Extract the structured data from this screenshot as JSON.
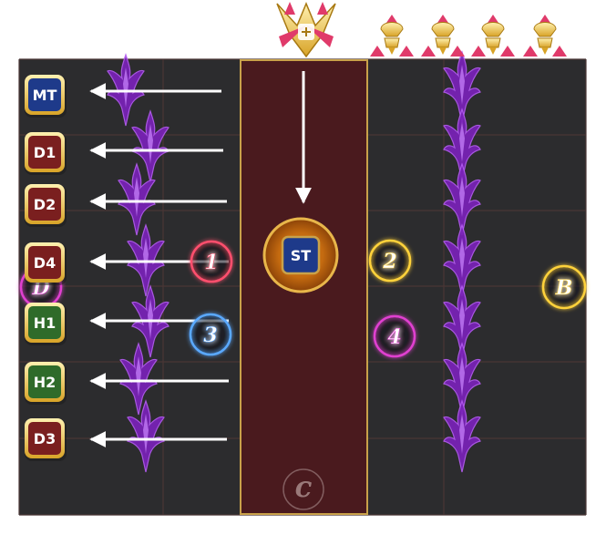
{
  "arena": {
    "colors": {
      "floor": "#2c2c2e",
      "grid": "#4a3636",
      "lane": "#4a1a1e",
      "lane_border": "#c9a24a",
      "arrow": "#ffffff",
      "shadow_enemy": "#8a2bc7",
      "tank_role": "#1e3a8a",
      "healer_role": "#2f6b2a",
      "dps_role": "#7a1f1f",
      "role_border": "#c9a24a",
      "marker_pink": "#ff4f6d",
      "marker_blue": "#5aa9ff",
      "marker_yellow": "#ffd23a",
      "marker_magenta": "#e040d0"
    },
    "boss_icon": "winged-boss-icon",
    "add_icon": "hooded-add-icon",
    "shadow_icon": "purple-shadow-clone-icon"
  },
  "players": [
    {
      "label": "MT",
      "role": "tank"
    },
    {
      "label": "D1",
      "role": "dps"
    },
    {
      "label": "D2",
      "role": "dps"
    },
    {
      "label": "D4",
      "role": "dps"
    },
    {
      "label": "H1",
      "role": "healer"
    },
    {
      "label": "H2",
      "role": "healer"
    },
    {
      "label": "D3",
      "role": "dps"
    }
  ],
  "center_player": {
    "label": "ST",
    "role": "tank"
  },
  "waymarks": [
    {
      "label": "1",
      "color": "pink"
    },
    {
      "label": "2",
      "color": "yellow"
    },
    {
      "label": "3",
      "color": "blue"
    },
    {
      "label": "4",
      "color": "magenta"
    },
    {
      "label": "B",
      "color": "yellow"
    },
    {
      "label": "C",
      "color": "gray"
    },
    {
      "label": "D",
      "color": "magenta"
    }
  ]
}
